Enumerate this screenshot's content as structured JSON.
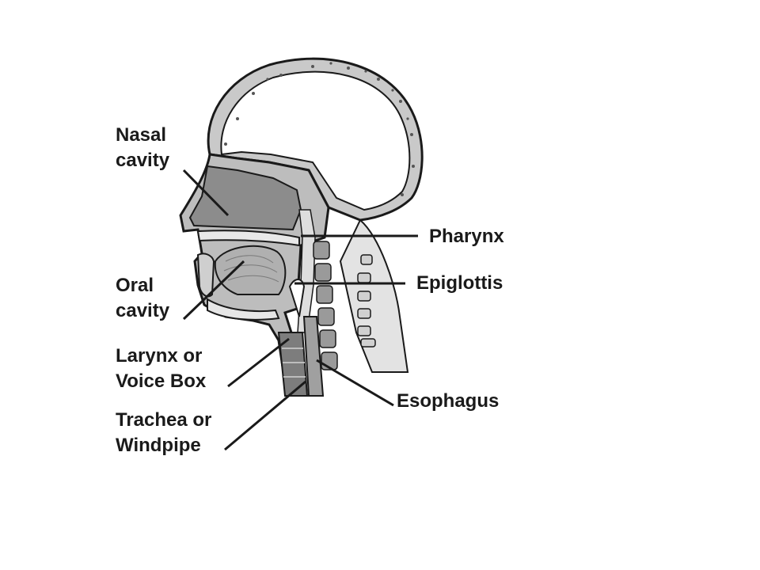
{
  "labels": {
    "nasal_cavity": [
      "Nasal",
      "cavity"
    ],
    "oral_cavity": [
      "Oral",
      "cavity"
    ],
    "larynx": [
      "Larynx or",
      "Voice Box"
    ],
    "trachea": [
      "Trachea or",
      "Windpipe"
    ],
    "pharynx": "Pharynx",
    "epiglottis": "Epiglottis",
    "esophagus": "Esophagus"
  },
  "colors": {
    "background": "#ffffff",
    "outline": "#1a1a1a",
    "tissue_dark": "#6f6f6f",
    "tissue_mid": "#a9a9a9",
    "tissue_light": "#d4d4d4"
  }
}
